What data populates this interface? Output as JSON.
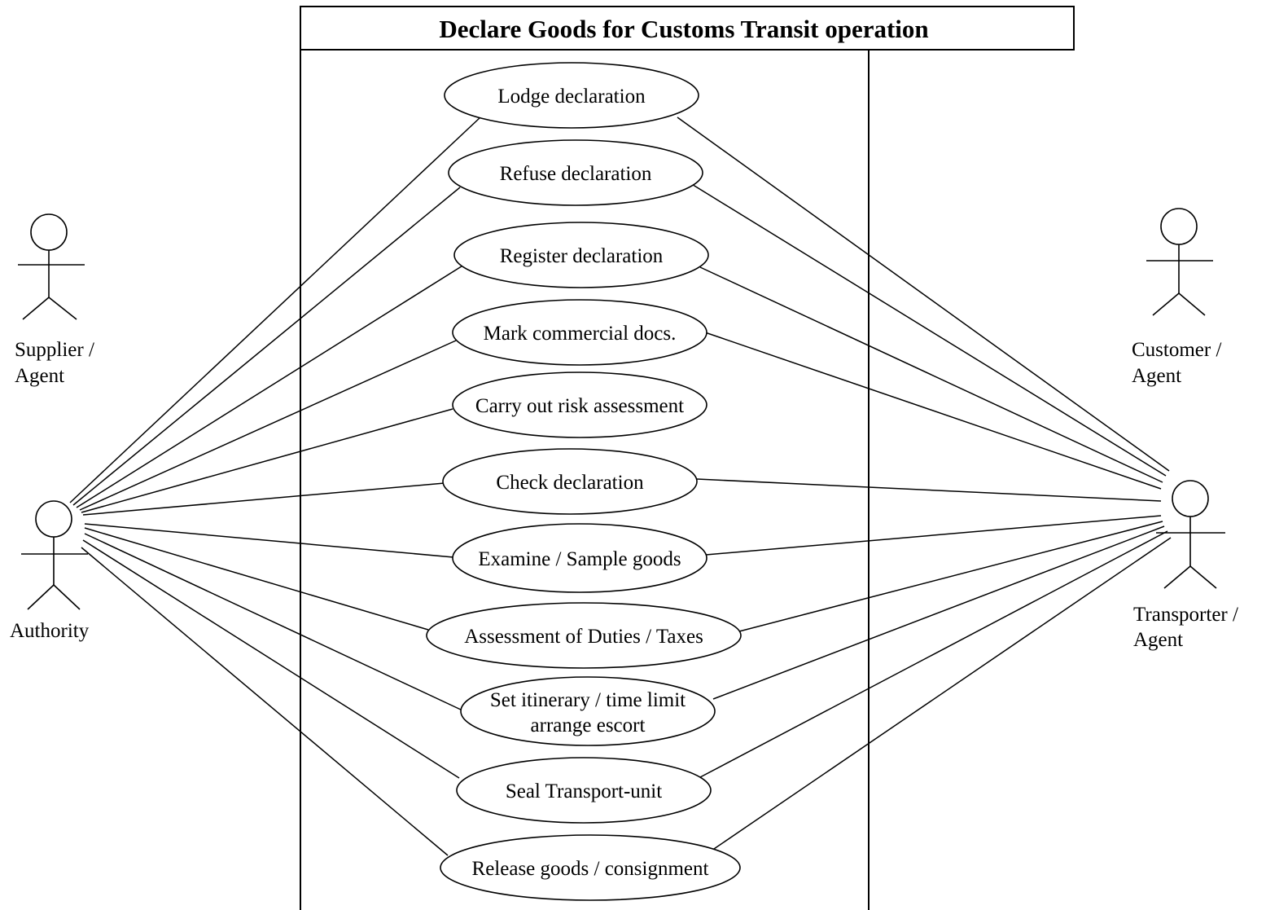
{
  "diagram": {
    "title": "Declare Goods for Customs Transit operation",
    "actors": {
      "supplier": {
        "line1": "Supplier /",
        "line2": "Agent"
      },
      "authority": {
        "line1": "Authority"
      },
      "customer": {
        "line1": "Customer /",
        "line2": "Agent"
      },
      "transporter": {
        "line1": "Transporter /",
        "line2": "Agent"
      }
    },
    "use_cases": [
      {
        "id": "lodge",
        "lines": [
          "Lodge declaration"
        ]
      },
      {
        "id": "refuse",
        "lines": [
          "Refuse declaration"
        ]
      },
      {
        "id": "register",
        "lines": [
          "Register declaration"
        ]
      },
      {
        "id": "mark",
        "lines": [
          "Mark commercial docs."
        ]
      },
      {
        "id": "risk",
        "lines": [
          "Carry out risk assessment"
        ]
      },
      {
        "id": "check",
        "lines": [
          "Check declaration"
        ]
      },
      {
        "id": "examine",
        "lines": [
          "Examine / Sample goods"
        ]
      },
      {
        "id": "duties",
        "lines": [
          "Assessment of Duties / Taxes"
        ]
      },
      {
        "id": "itinerary",
        "lines": [
          "Set itinerary / time limit",
          "arrange escort"
        ]
      },
      {
        "id": "seal",
        "lines": [
          "Seal Transport-unit"
        ]
      },
      {
        "id": "release",
        "lines": [
          "Release goods / consignment"
        ]
      }
    ],
    "associations": {
      "authority": [
        "lodge",
        "refuse",
        "register",
        "mark",
        "risk",
        "check",
        "examine",
        "duties",
        "itinerary",
        "seal",
        "release"
      ],
      "transporter": [
        "lodge",
        "refuse",
        "register",
        "mark",
        "check",
        "examine",
        "duties",
        "itinerary",
        "seal",
        "release"
      ]
    }
  }
}
